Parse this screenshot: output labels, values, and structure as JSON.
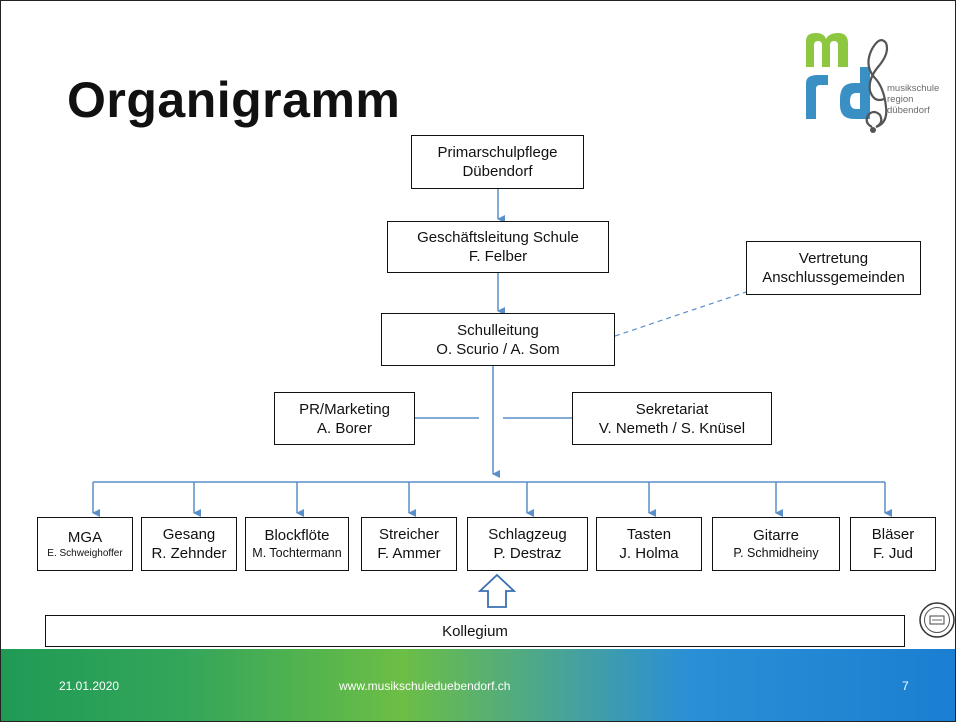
{
  "title": "Organigramm",
  "logo": {
    "mark": "mrd",
    "lines": [
      "musikschule",
      "region",
      "dübendorf"
    ]
  },
  "nodes": {
    "primarschulpflege": {
      "line1": "Primarschulpflege",
      "line2": "Dübendorf"
    },
    "geschaeftsleitung": {
      "line1": "Geschäftsleitung Schule",
      "line2": "F. Felber"
    },
    "vertretung": {
      "line1": "Vertretung",
      "line2": "Anschlussgemeinden"
    },
    "schulleitung": {
      "line1": "Schulleitung",
      "line2": "O. Scurio / A. Som"
    },
    "marketing": {
      "line1": "PR/Marketing",
      "line2": "A. Borer"
    },
    "sekretariat": {
      "line1": "Sekretariat",
      "line2": "V. Nemeth / S. Knüsel"
    },
    "kollegium": {
      "label": "Kollegium"
    }
  },
  "departments": [
    {
      "name": "MGA",
      "person": "E. Schweighoffer"
    },
    {
      "name": "Gesang",
      "person": "R. Zehnder"
    },
    {
      "name": "Blockflöte",
      "person": "M. Tochtermann"
    },
    {
      "name": "Streicher",
      "person": "F. Ammer"
    },
    {
      "name": "Schlagzeug",
      "person": "P. Destraz"
    },
    {
      "name": "Tasten",
      "person": "J. Holma"
    },
    {
      "name": "Gitarre",
      "person": "P. Schmidheiny"
    },
    {
      "name": "Bläser",
      "person": "F. Jud"
    }
  ],
  "footer": {
    "date": "21.01.2020",
    "url": "www.musikschuleduebendorf.ch",
    "page": "7"
  },
  "colors": {
    "connector": "#5b8fc9",
    "logo_green": "#8dc63f",
    "logo_blue": "#3a8fc4",
    "footer_start": "#1f9a55",
    "footer_end": "#1a7fd1"
  }
}
